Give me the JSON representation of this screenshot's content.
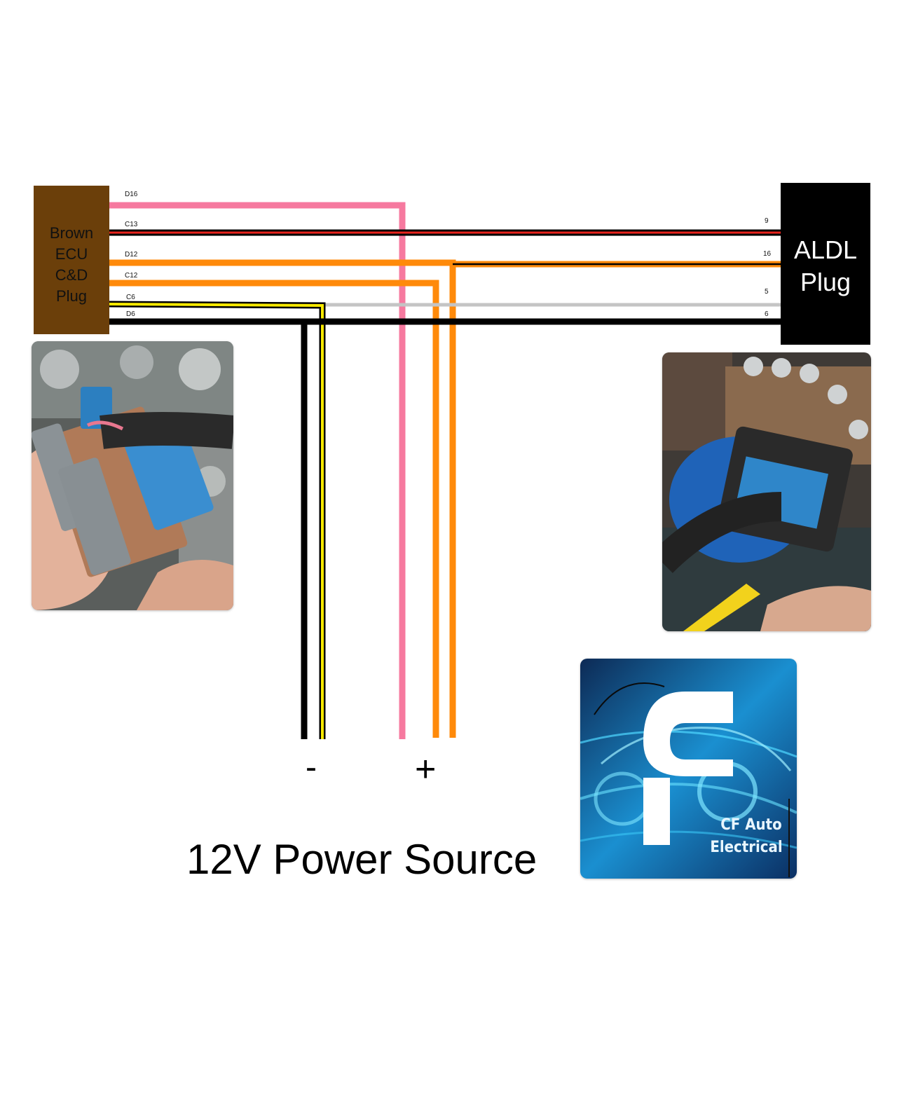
{
  "ecu": {
    "lines": [
      "Brown",
      "ECU",
      "C&D",
      "Plug"
    ],
    "color": "#6b3f0a"
  },
  "aldl": {
    "lines": [
      "ALDL",
      "Plug"
    ],
    "color": "#000000"
  },
  "ecu_pins": [
    "D16",
    "C13",
    "D12",
    "C12",
    "C6",
    "D6"
  ],
  "aldl_pins": [
    "9",
    "16",
    "5",
    "6"
  ],
  "wire_colors": {
    "pink": "#f6799f",
    "red": "#e8231c",
    "orange": "#ff8a0a",
    "yellow": "#f7e900",
    "grey": "#c4c4c4",
    "black": "#000000"
  },
  "power": {
    "minus": "-",
    "plus": "+",
    "label": "12V Power Source"
  },
  "photos": {
    "ecu_connector": "ecu-connector-photo",
    "aldl_connector": "aldl-connector-photo"
  },
  "logo": {
    "line1": "CF Auto",
    "line2": "Electrical"
  }
}
